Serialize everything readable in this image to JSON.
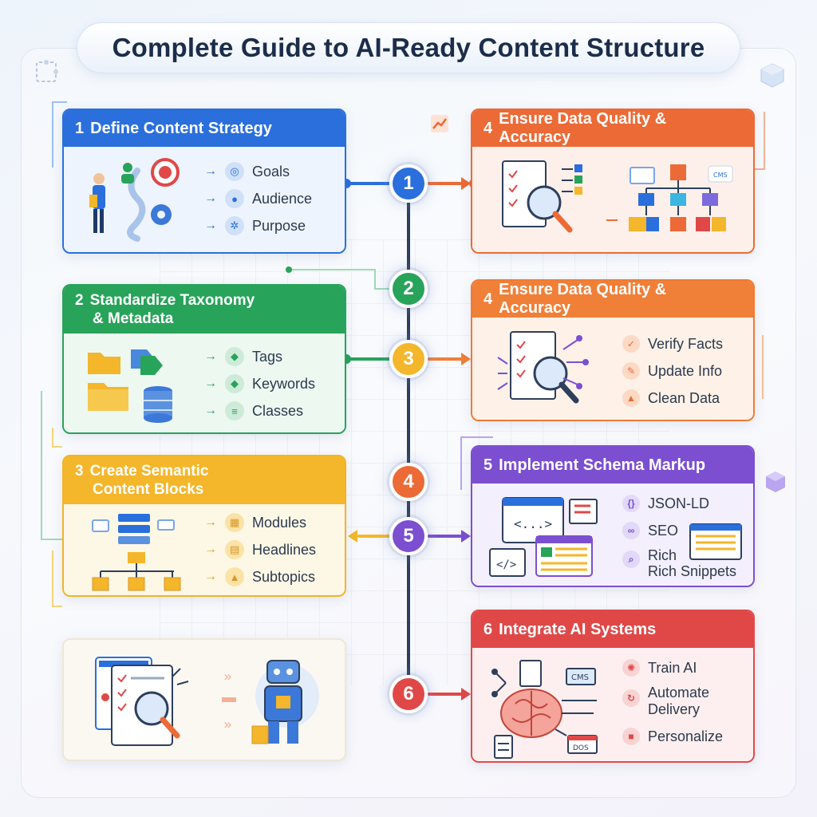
{
  "title": "Complete Guide to AI-Ready Content Structure",
  "cards": {
    "c1": {
      "num": "1",
      "title": "Define Content Strategy",
      "items": [
        "Goals",
        "Audience",
        "Purpose"
      ]
    },
    "c2": {
      "num": "2",
      "title_line1": "Standardize Taxonomy",
      "title_line2": "& Metadata",
      "items": [
        "Tags",
        "Keywords",
        "Classes"
      ]
    },
    "c3": {
      "num": "3",
      "title_line1": "Create Semantic",
      "title_line2": "Content Blocks",
      "items": [
        "Modules",
        "Headlines",
        "Subtopics"
      ]
    },
    "c4a": {
      "num": "4",
      "title": "Ensure Data Quality & Accuracy",
      "mini_label": "CMS"
    },
    "c4b": {
      "num": "4",
      "title": "Ensure Data Quality & Accuracy",
      "items": [
        "Verify Facts",
        "Update Info",
        "Clean Data"
      ]
    },
    "c5": {
      "num": "5",
      "title": "Implement Schema Markup",
      "items": [
        "JSON-LD",
        "SEO",
        "Rich",
        "Rich Snippets"
      ],
      "code1": "<...>",
      "code2": "</>"
    },
    "c6": {
      "num": "6",
      "title": "Integrate AI Systems",
      "items": [
        "Train AI",
        "Automate",
        "Delivery",
        "Personalize"
      ],
      "cms": "CMS",
      "dos": "DOS"
    }
  },
  "nodes": [
    "1",
    "2",
    "3",
    "4",
    "5",
    "6"
  ],
  "colors": {
    "blue": "#2a6fdc",
    "green": "#28a35a",
    "yellow": "#f4b62a",
    "orange": "#ec6a36",
    "orange2": "#f07f38",
    "purple": "#7b4fd0",
    "red": "#e04848",
    "spine": "#2e3f5c"
  }
}
